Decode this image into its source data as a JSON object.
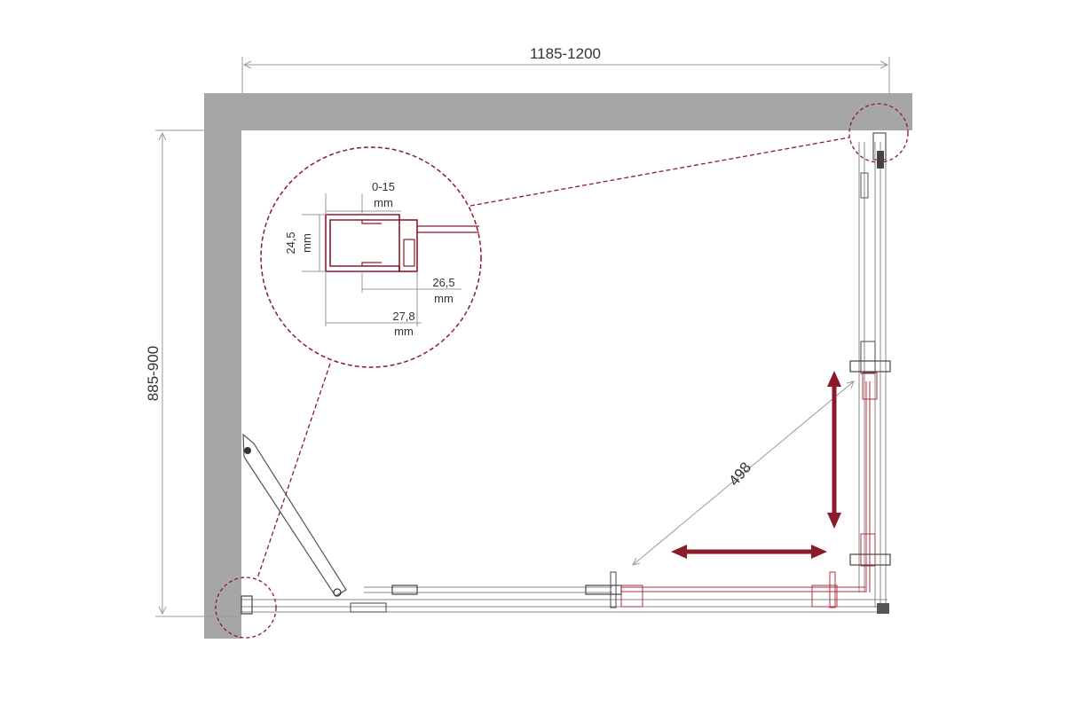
{
  "dimensions": {
    "width": "1185-1200",
    "depth": "885-900",
    "door_opening": "498"
  },
  "detail": {
    "adjust_value": "0-15",
    "adjust_unit": "mm",
    "height_value": "24,5",
    "height_unit": "mm",
    "inner_value": "26,5",
    "inner_unit": "mm",
    "outer_value": "27,8",
    "outer_unit": "mm"
  },
  "colors": {
    "wall": "#a6a6a6",
    "accent": "#8b1a2b",
    "line": "#9a9a9a"
  }
}
